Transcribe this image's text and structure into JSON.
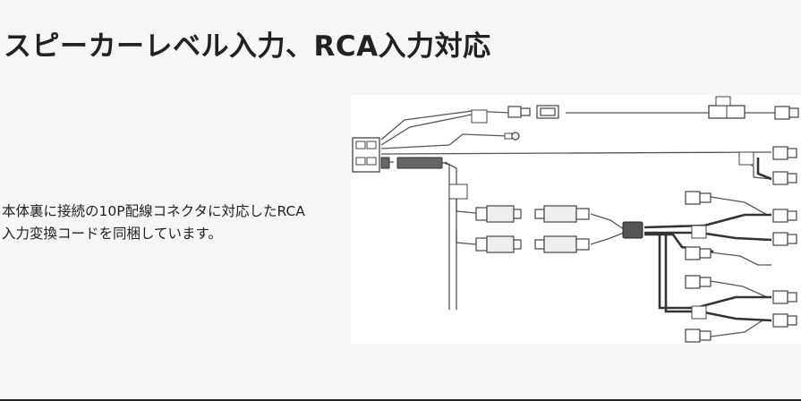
{
  "section": {
    "title": "スピーカーレベル入力、RCA入力対応",
    "description_line1": "本体裏に接続の10P配線コネクタに対応したRCA",
    "description_line2": "入力変換コードを同梱しています。"
  },
  "colors": {
    "background": "#f6f6f6",
    "diagram_background": "#ffffff",
    "wire": "#555555",
    "wire_thick": "#333333"
  }
}
